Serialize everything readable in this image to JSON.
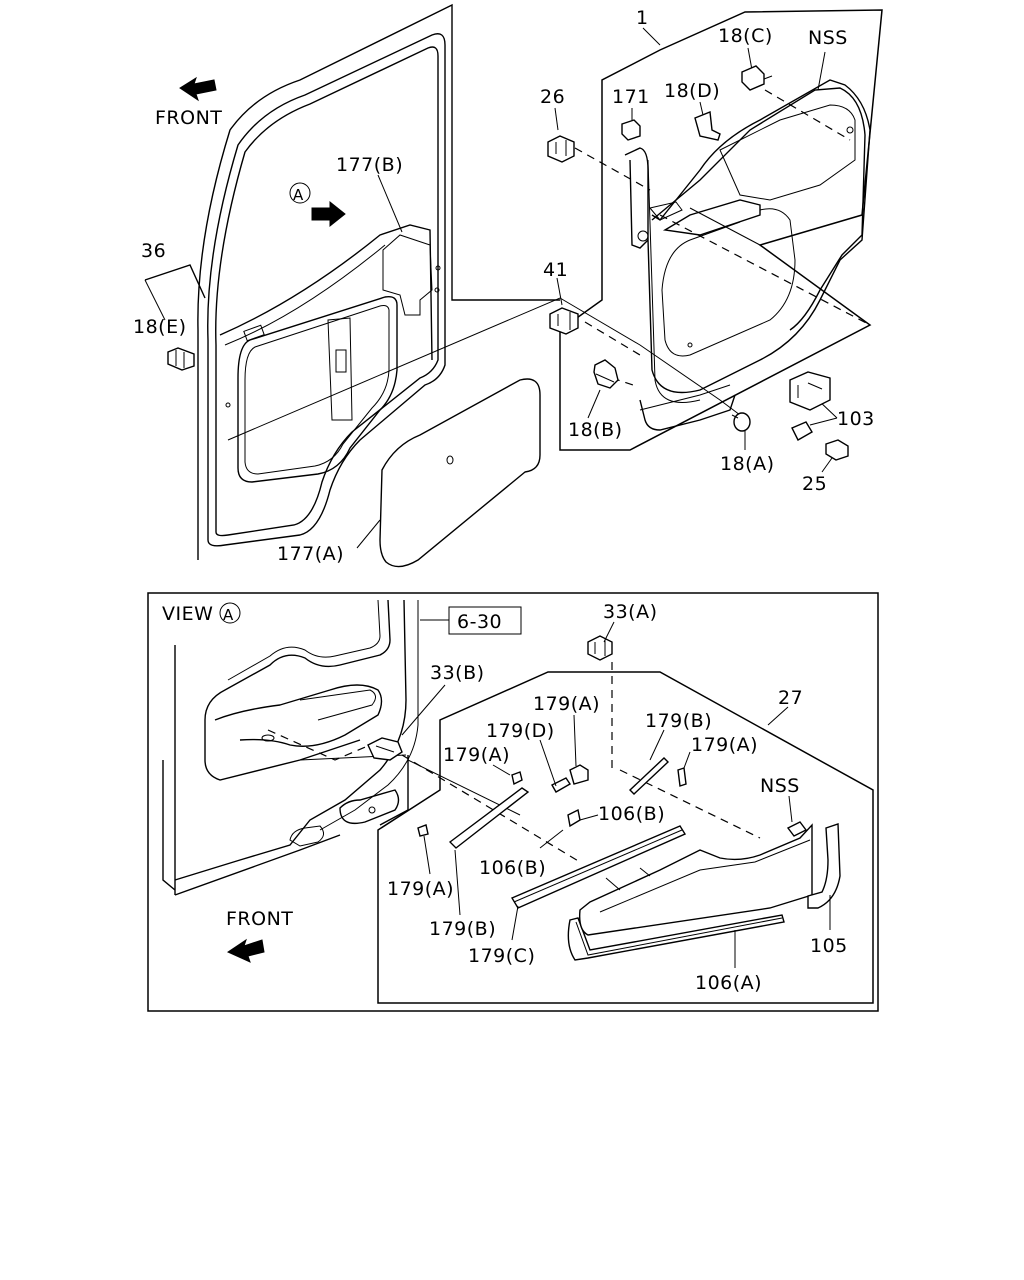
{
  "upper": {
    "front_label": "FRONT",
    "view_callout": "A",
    "callouts": {
      "c1": "1",
      "c18c": "18(C)",
      "nss": "NSS",
      "c26": "26",
      "c171": "171",
      "c18d": "18(D)",
      "c177b": "177(B)",
      "c36": "36",
      "c18e": "18(E)",
      "c41": "41",
      "c18b": "18(B)",
      "c18a": "18(A)",
      "c103": "103",
      "c25": "25",
      "c177a": "177(A)"
    }
  },
  "lower": {
    "view_title": "VIEW",
    "view_letter": "A",
    "ref_box": "6-30",
    "front_label": "FRONT",
    "callouts": {
      "c33a": "33(A)",
      "c33b": "33(B)",
      "c27": "27",
      "c179a_1": "179(A)",
      "c179d": "179(D)",
      "c179b_1": "179(B)",
      "c179a_2": "179(A)",
      "c179a_3": "179(A)",
      "nss": "NSS",
      "c106b_1": "106(B)",
      "c106b_2": "106(B)",
      "c179a_4": "179(A)",
      "c179b_2": "179(B)",
      "c179c": "179(C)",
      "c106a": "106(A)",
      "c105": "105"
    }
  }
}
